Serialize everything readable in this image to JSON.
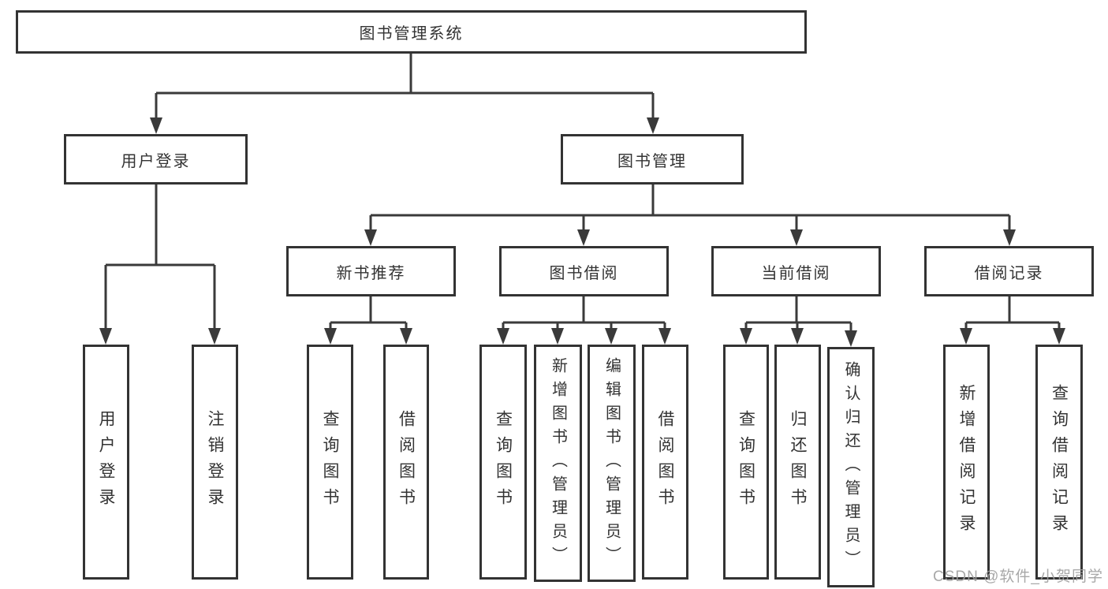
{
  "tree": {
    "root": {
      "label": "图书管理系统",
      "children": [
        {
          "label": "用户登录",
          "children": [
            {
              "label": "用户登录"
            },
            {
              "label": "注销登录"
            }
          ]
        },
        {
          "label": "图书管理",
          "children": [
            {
              "label": "新书推荐",
              "children": [
                {
                  "label": "查询图书"
                },
                {
                  "label": "借阅图书"
                }
              ]
            },
            {
              "label": "图书借阅",
              "children": [
                {
                  "label": "查询图书"
                },
                {
                  "label": "新增图书（管理员）"
                },
                {
                  "label": "编辑图书（管理员）"
                },
                {
                  "label": "借阅图书"
                }
              ]
            },
            {
              "label": "当前借阅",
              "children": [
                {
                  "label": "查询图书"
                },
                {
                  "label": "归还图书"
                },
                {
                  "label": "确认归还（管理员）"
                }
              ]
            },
            {
              "label": "借阅记录",
              "children": [
                {
                  "label": "新增借阅记录"
                },
                {
                  "label": "查询借阅记录"
                }
              ]
            }
          ]
        }
      ]
    }
  },
  "watermark": {
    "text": "CSDN @软件_小贺同学"
  },
  "colors": {
    "line": "#3a3a3a",
    "box_border": "#333333",
    "text": "#333333",
    "watermark": "#9e9e9e"
  }
}
